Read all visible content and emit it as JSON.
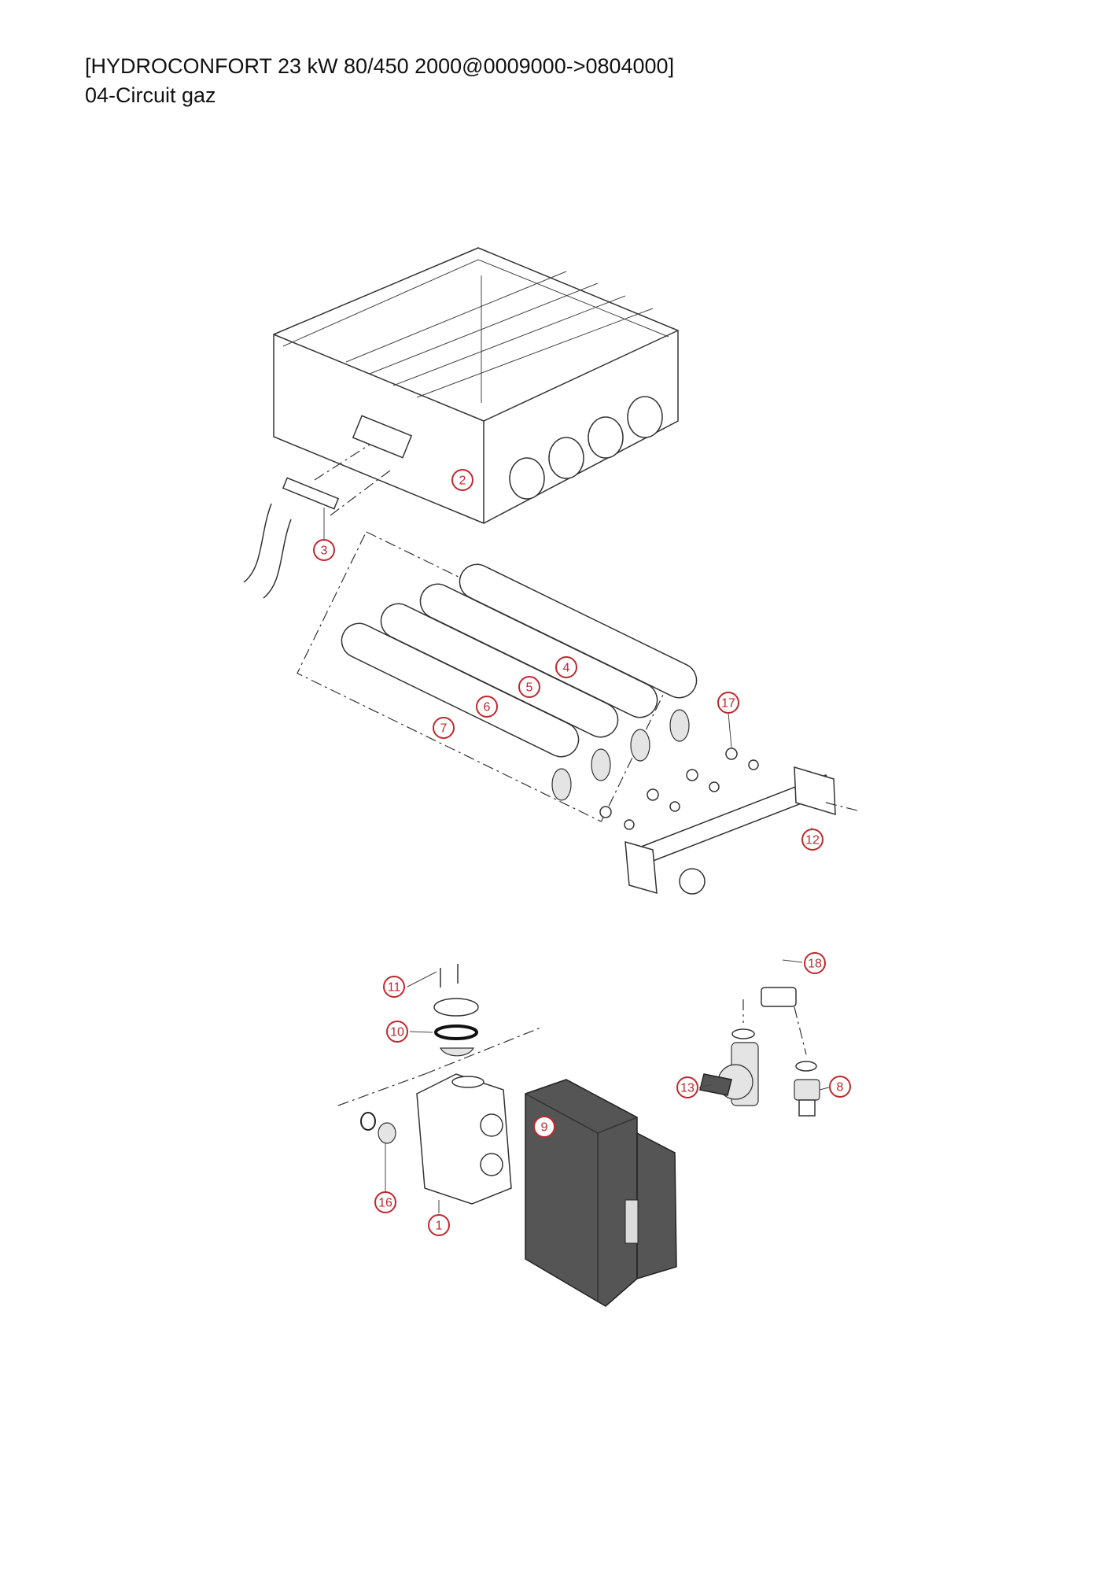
{
  "header": {
    "title": "[HYDROCONFORT 23 kW 80/450 2000@0009000->0804000]",
    "subtitle": "04-Circuit gaz"
  },
  "callouts": [
    "2",
    "3",
    "4",
    "5",
    "6",
    "7",
    "17",
    "12",
    "18",
    "11",
    "10",
    "13",
    "8",
    "9",
    "16",
    "1"
  ],
  "colors": {
    "callout": "#c0282d",
    "line": "#333333",
    "controller_box": "#555555"
  }
}
